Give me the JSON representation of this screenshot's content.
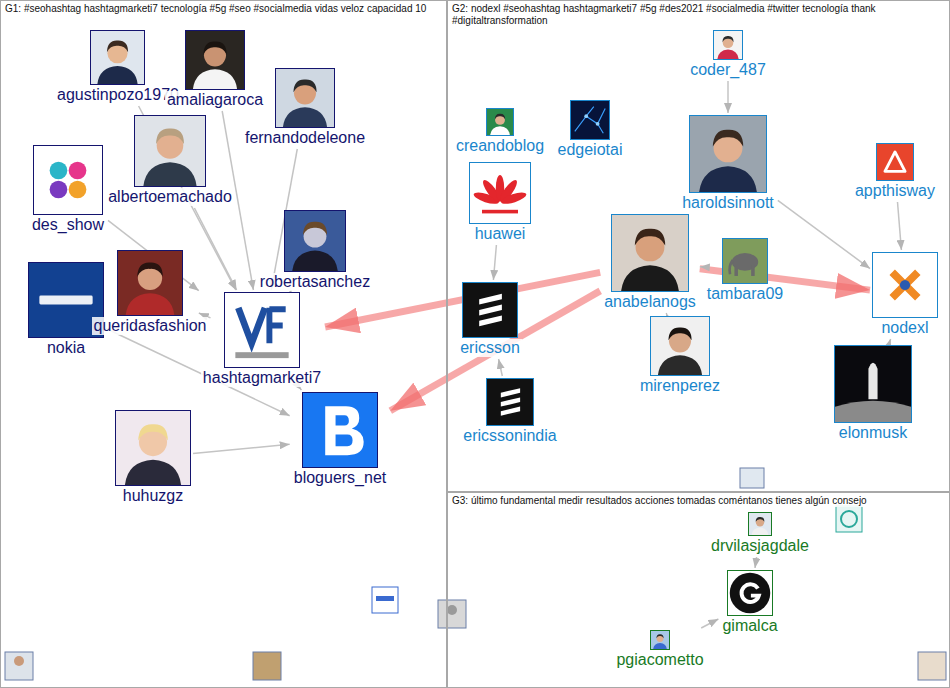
{
  "diagram": {
    "nodes": [
      {
        "text": [
          "G1: #seohashtag hashtagmarketi7 tecnología #5g #seo #socialmedia vidas veloz capacidad 10"
        ]
      },
      {
        "text": [
          "agustinpozo1970"
        ],
        "in": 0
      },
      {
        "text": [
          "amaliagaroca"
        ],
        "in": 0
      },
      {
        "text": [
          "fernandodeleone"
        ],
        "in": 0
      },
      {
        "text": [
          "albertoemachado"
        ],
        "in": 0
      },
      {
        "text": [
          "des_show"
        ],
        "in": 0
      },
      {
        "text": [
          "nokia"
        ],
        "in": 0
      },
      {
        "text": [
          "queridasfashion"
        ],
        "in": 0
      },
      {
        "text": [
          "robertasanchez"
        ],
        "in": 0
      },
      {
        "text": [
          "hashtagmarketi7"
        ],
        "in": 0
      },
      {
        "text": [
          "bloguers_net"
        ],
        "in": 0
      },
      {
        "text": [
          "huhuzgz"
        ],
        "in": 0
      },
      {
        "text": [
          "G2: nodexl #seohashtag hashtagmarketi7 #5g #des2021 #socialmedia #twitter tecnología thank #digitaltransformation"
        ]
      },
      {
        "text": [
          "coder_487"
        ],
        "in": 12
      },
      {
        "text": [
          "creandoblog"
        ],
        "in": 12
      },
      {
        "text": [
          "edgeiotai"
        ],
        "in": 12
      },
      {
        "text": [
          "huawei"
        ],
        "in": 12
      },
      {
        "text": [
          "haroldsinnott"
        ],
        "in": 12
      },
      {
        "text": [
          "appthisway"
        ],
        "in": 12
      },
      {
        "text": [
          "anabelanogs"
        ],
        "in": 12
      },
      {
        "text": [
          "tambara09"
        ],
        "in": 12
      },
      {
        "text": [
          "ericsson"
        ],
        "in": 12
      },
      {
        "text": [
          "mirenperez"
        ],
        "in": 12
      },
      {
        "text": [
          "nodexl"
        ],
        "in": 12
      },
      {
        "text": [
          "ericssonindia"
        ],
        "in": 12
      },
      {
        "text": [
          "elonmusk"
        ],
        "in": 12
      },
      {
        "text": [
          "G3: último fundamental medir resultados acciones tomadas coméntanos tienes algún consejo"
        ]
      },
      {
        "text": [
          "drvilasjagdale"
        ],
        "in": 26
      },
      {
        "text": [
          "gimalca"
        ],
        "in": 26
      },
      {
        "text": [
          "pgiacometto"
        ],
        "in": 26
      }
    ],
    "edges": [
      {
        "from": 19,
        "to": 9,
        "arrow": "to"
      },
      {
        "from": 19,
        "to": 10,
        "arrow": "to"
      },
      {
        "from": 19,
        "to": 23,
        "arrow": "to"
      },
      {
        "from": 1,
        "to": 9,
        "arrow": "to"
      },
      {
        "from": 2,
        "to": 9,
        "arrow": "to"
      },
      {
        "from": 3,
        "to": 9,
        "arrow": "to"
      },
      {
        "from": 4,
        "to": 9,
        "arrow": "to"
      },
      {
        "from": 5,
        "to": 9,
        "arrow": "to"
      },
      {
        "from": 7,
        "to": 9,
        "arrow": "to"
      },
      {
        "from": 8,
        "to": 9,
        "arrow": "to"
      },
      {
        "from": 11,
        "to": 10,
        "arrow": "to"
      },
      {
        "from": 6,
        "to": 10,
        "arrow": "to"
      },
      {
        "from": 9,
        "to": 10,
        "arrow": "to"
      },
      {
        "from": 17,
        "to": 23,
        "arrow": "to"
      },
      {
        "from": 22,
        "to": 19,
        "arrow": "to"
      },
      {
        "from": 20,
        "to": 19,
        "arrow": "to"
      },
      {
        "from": 16,
        "to": 21,
        "arrow": "to"
      },
      {
        "from": 24,
        "to": 21,
        "arrow": "to"
      },
      {
        "from": 25,
        "to": 23,
        "arrow": "to"
      },
      {
        "from": 18,
        "to": 23,
        "arrow": "to"
      },
      {
        "from": 13,
        "to": 17,
        "arrow": "to"
      },
      {
        "from": 27,
        "to": 28,
        "arrow": "to"
      },
      {
        "from": 29,
        "to": 28,
        "arrow": "to"
      }
    ]
  }
}
